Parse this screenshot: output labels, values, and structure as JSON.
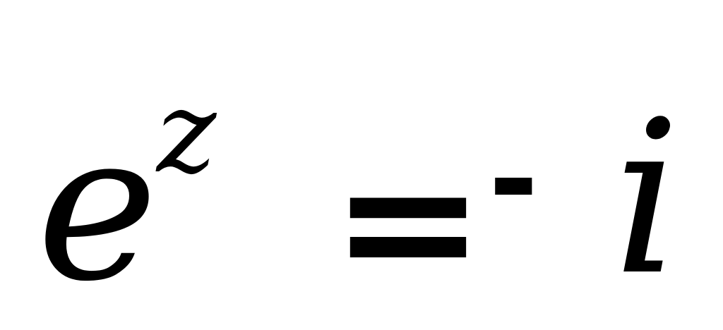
{
  "equation": {
    "base": "e",
    "exponent": "z",
    "equals": "=",
    "minus": "-",
    "imaginary_unit": "i"
  },
  "colors": {
    "background": "#ffffff",
    "text": "#000000"
  }
}
